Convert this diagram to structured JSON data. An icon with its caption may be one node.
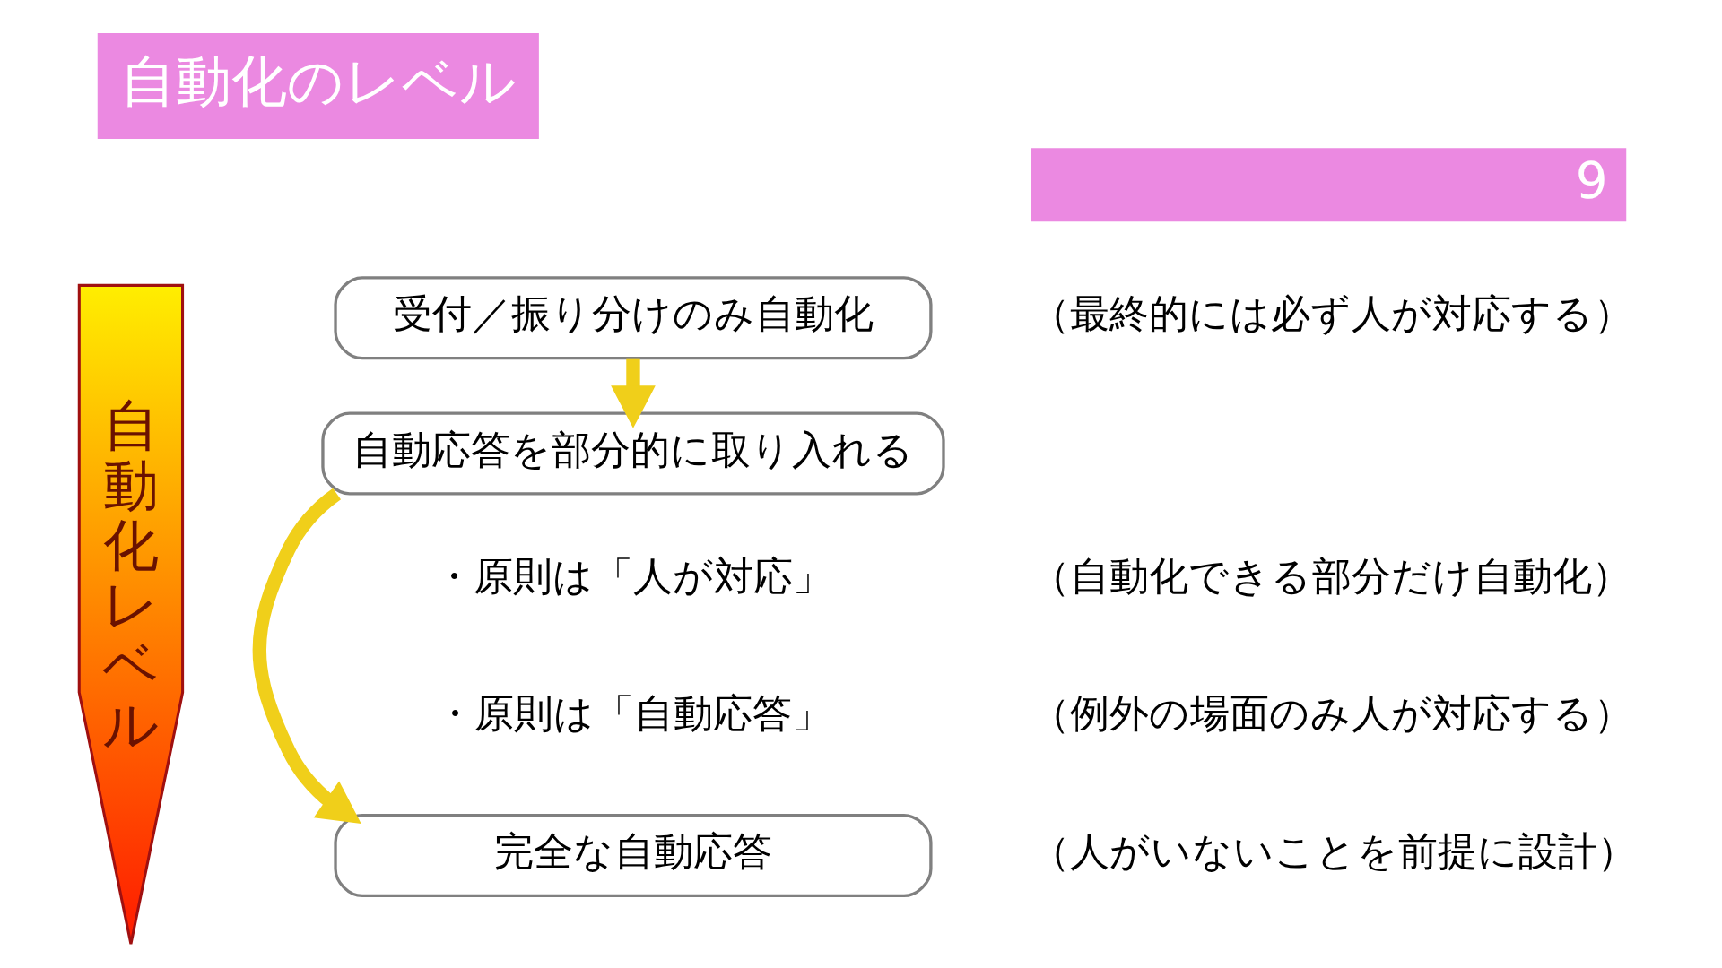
{
  "diagram": {
    "title": "自動化のレベル",
    "nodes": [
      {
        "text": [
          "自動化レベル"
        ]
      },
      {
        "text": [
          "受付／振り分けのみ自動化"
        ],
        "beside": [
          "（最終的には必ず人が対応する）"
        ]
      },
      {
        "text": [
          "自動応答を部分的に取り入れる"
        ]
      },
      {
        "text": [
          "完全な自動応答"
        ],
        "beside": [
          "（人がいないことを前提に設計）"
        ]
      }
    ],
    "edges": [
      {
        "from": 1,
        "to": 2,
        "arrow": "to"
      },
      {
        "from": 2,
        "to": 3,
        "arrow": "to"
      }
    ],
    "labels": [
      "9",
      "・原則は「人が対応」",
      "（自動化できる部分だけ自動化）",
      "・原則は「自動応答」",
      "（例外の場面のみ人が対応する）"
    ]
  }
}
